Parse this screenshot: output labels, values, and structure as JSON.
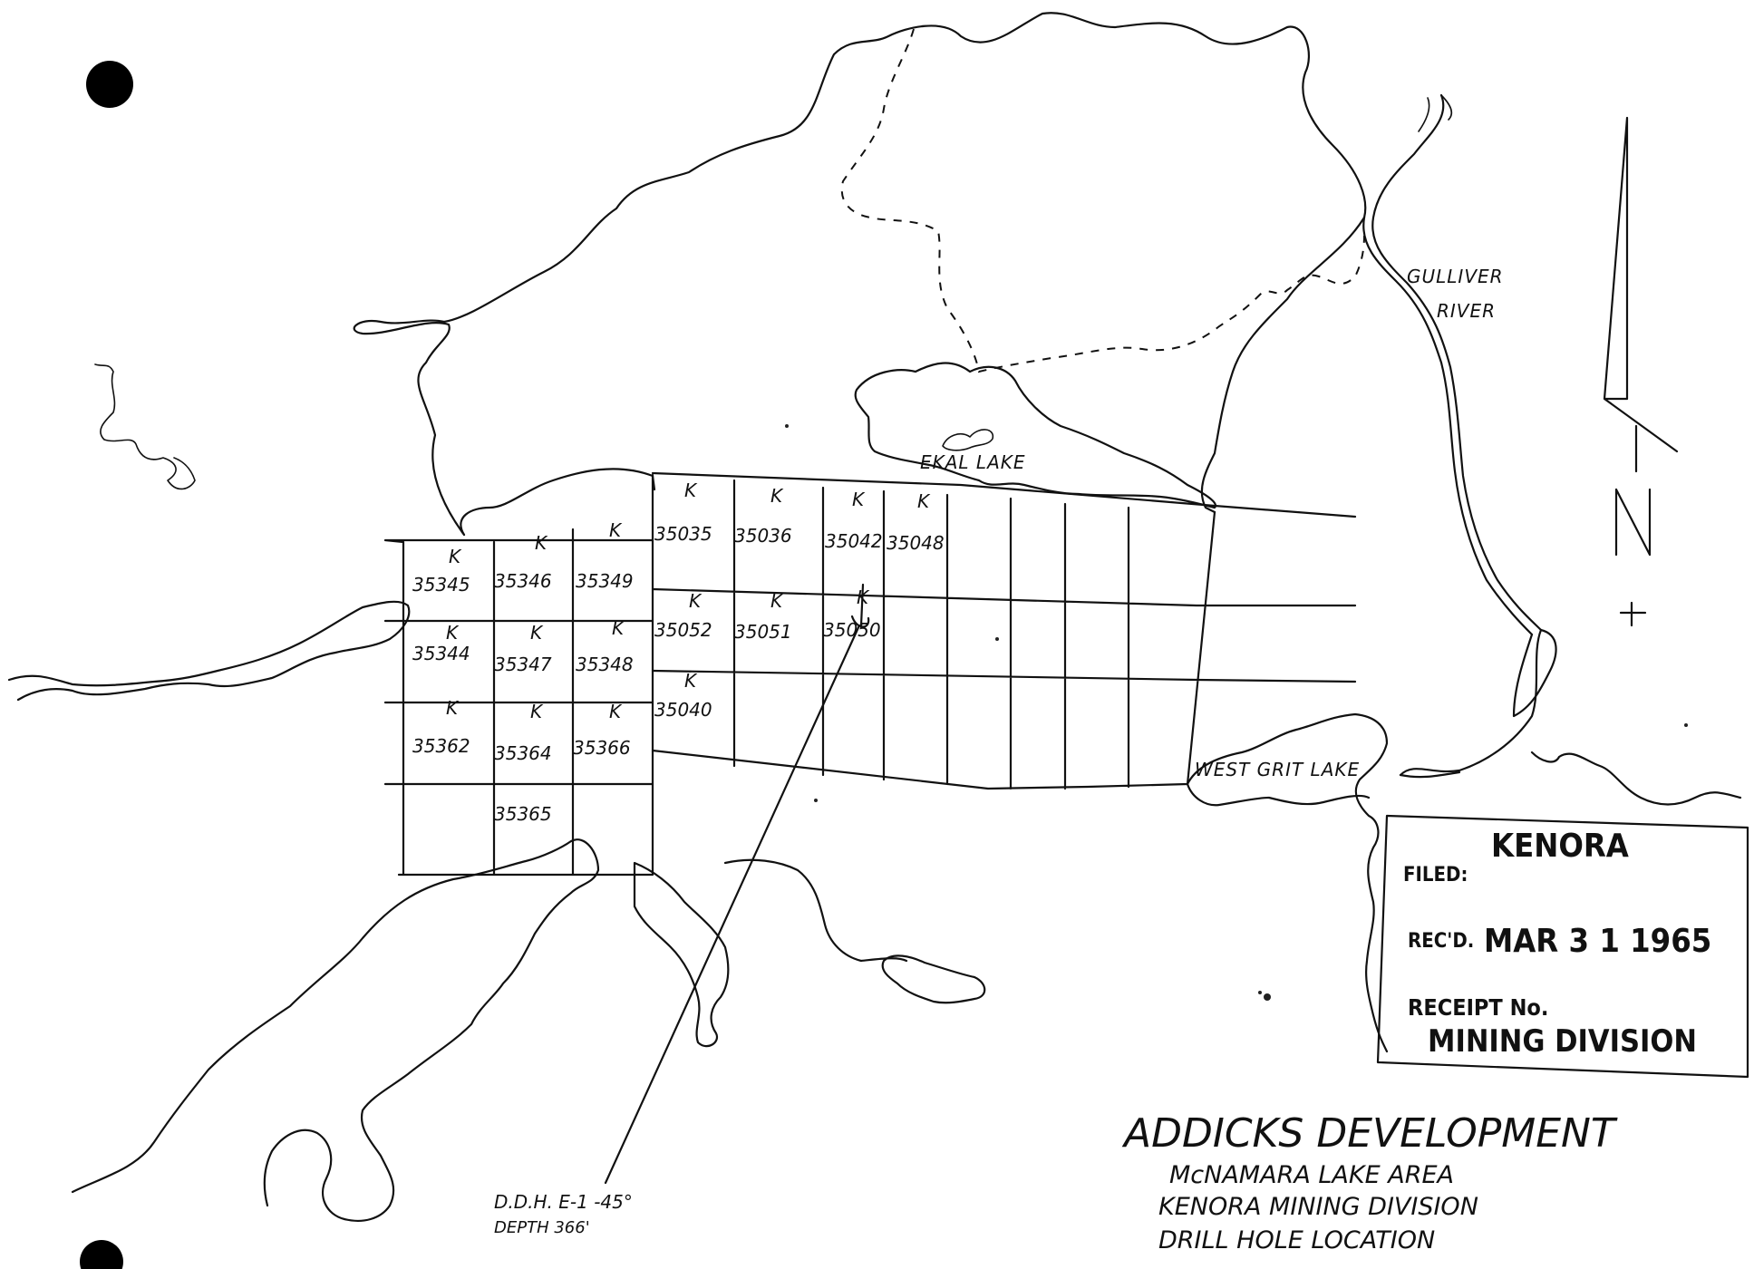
{
  "places": {
    "river": "GULLIVER",
    "river2": "RIVER",
    "lake_north": "EKAL LAKE",
    "lake_east": "WEST GRIT LAKE"
  },
  "north_arrow": {
    "letter": "N"
  },
  "claims": [
    {
      "id": "35345",
      "k": "K"
    },
    {
      "id": "35346",
      "k": "K"
    },
    {
      "id": "35349",
      "k": "K"
    },
    {
      "id": "35035",
      "k": "K"
    },
    {
      "id": "35036",
      "k": "K"
    },
    {
      "id": "35042",
      "k": "K"
    },
    {
      "id": "35048",
      "k": "K"
    },
    {
      "id": "35344",
      "k": "K"
    },
    {
      "id": "35347",
      "k": "K"
    },
    {
      "id": "35348",
      "k": "K"
    },
    {
      "id": "35052",
      "k": "K"
    },
    {
      "id": "35051",
      "k": "K"
    },
    {
      "id": "35050",
      "k": "K"
    },
    {
      "id": "35040",
      "k": "K"
    },
    {
      "id": "35362",
      "k": "K"
    },
    {
      "id": "35364",
      "k": "K"
    },
    {
      "id": "35366",
      "k": "K"
    },
    {
      "id": "35365",
      "k": ""
    }
  ],
  "drill_hole": {
    "line1": "D.D.H. E-1 -45°",
    "line2": "DEPTH 366'"
  },
  "stamp": {
    "office": "KENORA",
    "filed": "FILED:",
    "recd_label": "REC'D.",
    "recd_date": "MAR 3 1 1965",
    "receipt": "RECEIPT No.",
    "division": "MINING DIVISION"
  },
  "title_block": {
    "title": "ADDICKS DEVELOPMENT",
    "line1": "McNAMARA LAKE AREA",
    "line2": "KENORA MINING DIVISION",
    "line3": "DRILL HOLE LOCATION"
  }
}
